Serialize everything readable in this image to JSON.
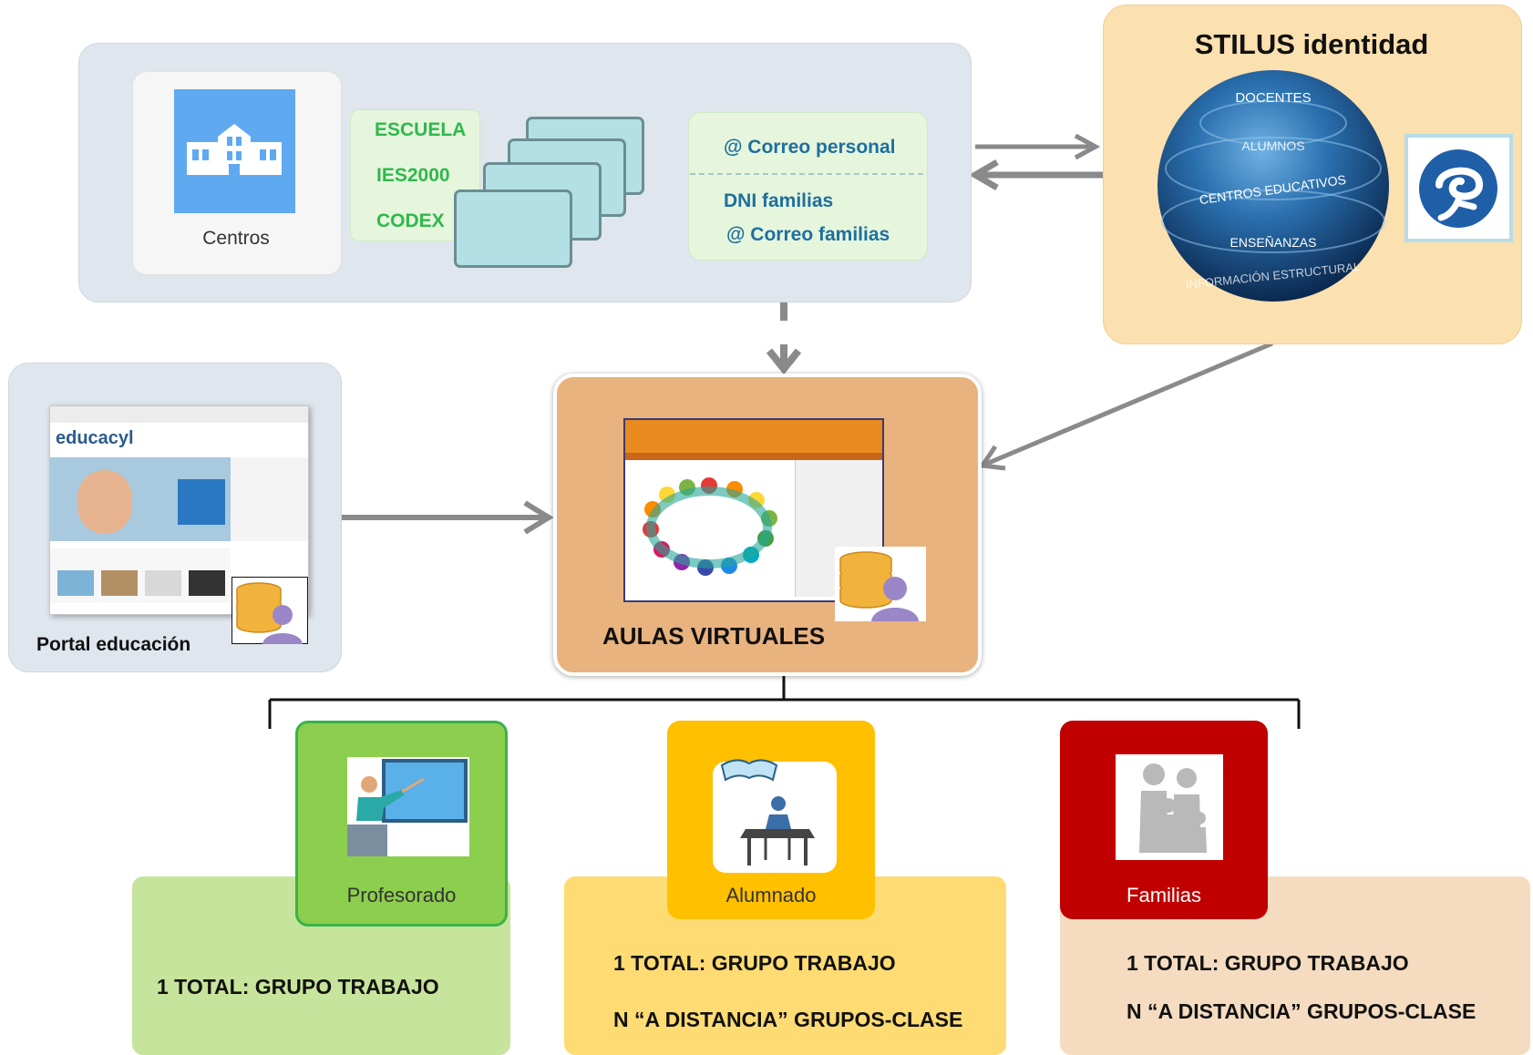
{
  "sources": {
    "centros": "Centros",
    "apps": [
      "ESCUELA",
      "IES2000",
      "CODEX"
    ],
    "contacts": {
      "personal": "@ Correo personal",
      "dni": "DNI familias",
      "familias": "@ Correo familias"
    }
  },
  "stilus": {
    "title": "STILUS identidad",
    "layers": [
      "DOCENTES",
      "ALUMNOS",
      "CENTROS EDUCATIVOS",
      "ENSEÑANZAS",
      "INFORMACIÓN ESTRUCTURAL"
    ]
  },
  "portal": {
    "label": "Portal educación",
    "site_logo": "educacyl"
  },
  "aulas": {
    "label": "AULAS VIRTUALES"
  },
  "groups": [
    {
      "name": "Profesorado",
      "lines": [
        "1 TOTAL: GRUPO  TRABAJO"
      ]
    },
    {
      "name": "Alumnado",
      "lines": [
        "1 TOTAL: GRUPO  TRABAJO",
        "N “A DISTANCIA” GRUPOS-CLASE"
      ]
    },
    {
      "name": "Familias",
      "lines": [
        "1 TOTAL: GRUPO  TRABAJO",
        "N “A DISTANCIA” GRUPOS-CLASE"
      ]
    }
  ],
  "colors": {
    "arrow": "#8a8a8a",
    "profesorado": "#8cce4e",
    "alumnado": "#ffc000",
    "familias": "#c00000"
  }
}
